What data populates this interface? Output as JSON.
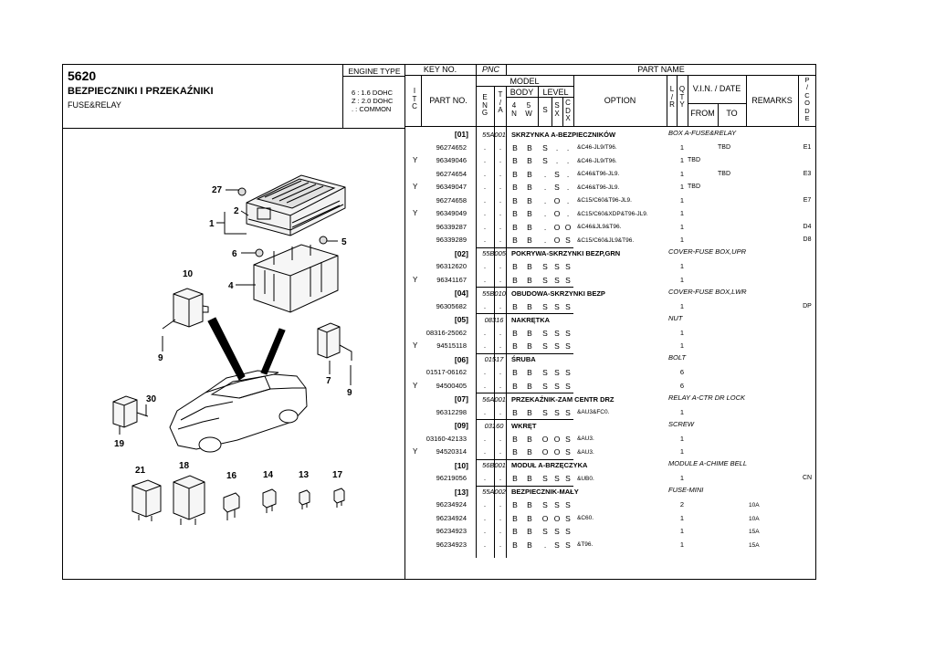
{
  "title": {
    "number": "5620",
    "name_pl": "BEZPIECZNIKI I PRZEKAŹNIKI",
    "name_en": "FUSE&RELAY"
  },
  "engine_type": {
    "label": "ENGINE TYPE",
    "lines": [
      "6 : 1.6 DOHC",
      "Z : 2.0 DOHC",
      ". : COMMON"
    ]
  },
  "header": {
    "key_no": "KEY NO.",
    "pnc": "PNC",
    "part_name": "PART NAME",
    "itc": "I\nT\nC",
    "part_no": "PART NO.",
    "model": "MODEL",
    "body": "BODY",
    "level": "LEVEL",
    "eng": "E\nN\nG",
    "ta": "T\n/\nA",
    "n4": "4\nN",
    "w5": "5\nW",
    "s": "S",
    "sx": "S\nX",
    "cdx": "C\nD\nX",
    "option": "OPTION",
    "lr": "L\n/\nR",
    "qty": "Q\nT\nY",
    "vin": "V.I.N. / DATE",
    "from": "FROM",
    "to": "TO",
    "remarks": "REMARKS",
    "pcode": "P\n/\nC\nO\nD\nE"
  },
  "callouts": [
    "27",
    "2",
    "1",
    "6",
    "5",
    "4",
    "10",
    "9",
    "7",
    "9",
    "30",
    "19",
    "21",
    "18",
    "16",
    "14",
    "13",
    "17"
  ],
  "rows": [
    {
      "type": "group",
      "key": "[01]",
      "pnc": "55A001",
      "name_pl": "SKRZYNKA A-BEZPIECZNIKÓW",
      "name_en": "BOX A-FUSE&RELAY"
    },
    {
      "type": "part",
      "itc": "",
      "part_no": "96274652",
      "eng": ".",
      "ta": ".",
      "b4": "B",
      "b5": "B",
      "s": "S",
      "sx": ".",
      "cdx": ".",
      "option": "&C46-JL9/T96.",
      "qty": "1",
      "tbd_from": "",
      "tbd_to": "TBD",
      "remarks": "",
      "code": "E1"
    },
    {
      "type": "part",
      "itc": "Y",
      "part_no": "96349046",
      "eng": ".",
      "ta": ".",
      "b4": "B",
      "b5": "B",
      "s": "S",
      "sx": ".",
      "cdx": ".",
      "option": "&C46-JL9/T96.",
      "qty": "1",
      "tbd_from": "TBD",
      "tbd_to": "",
      "remarks": "",
      "code": ""
    },
    {
      "type": "part",
      "itc": "",
      "part_no": "96274654",
      "eng": ".",
      "ta": ".",
      "b4": "B",
      "b5": "B",
      "s": ".",
      "sx": "S",
      "cdx": ".",
      "option": "&C46&T96-JL9.",
      "qty": "1",
      "tbd_from": "",
      "tbd_to": "TBD",
      "remarks": "",
      "code": "E3"
    },
    {
      "type": "part",
      "itc": "Y",
      "part_no": "96349047",
      "eng": ".",
      "ta": ".",
      "b4": "B",
      "b5": "B",
      "s": ".",
      "sx": "S",
      "cdx": ".",
      "option": "&C46&T96-JL9.",
      "qty": "1",
      "tbd_from": "TBD",
      "tbd_to": "",
      "remarks": "",
      "code": ""
    },
    {
      "type": "part",
      "itc": "",
      "part_no": "96274658",
      "eng": ".",
      "ta": ".",
      "b4": "B",
      "b5": "B",
      "s": ".",
      "sx": "O",
      "cdx": ".",
      "option": "&C15/C60&T96-JL9.",
      "qty": "1",
      "tbd_from": "",
      "tbd_to": "",
      "remarks": "",
      "code": "E7"
    },
    {
      "type": "part",
      "itc": "Y",
      "part_no": "96349049",
      "eng": ".",
      "ta": ".",
      "b4": "B",
      "b5": "B",
      "s": ".",
      "sx": "O",
      "cdx": ".",
      "option": "&C15/C60&XDP&T96-JL9.",
      "qty": "1",
      "tbd_from": "",
      "tbd_to": "",
      "remarks": "",
      "code": ""
    },
    {
      "type": "part",
      "itc": "",
      "part_no": "96339287",
      "eng": ".",
      "ta": ".",
      "b4": "B",
      "b5": "B",
      "s": ".",
      "sx": "O",
      "cdx": "O",
      "option": "&C46&JL9&T96.",
      "qty": "1",
      "tbd_from": "",
      "tbd_to": "",
      "remarks": "",
      "code": "D4"
    },
    {
      "type": "part",
      "itc": "",
      "part_no": "96339289",
      "eng": ".",
      "ta": ".",
      "b4": "B",
      "b5": "B",
      "s": ".",
      "sx": "O",
      "cdx": "S",
      "option": "&C15/C60&JL9&T96.",
      "qty": "1",
      "tbd_from": "",
      "tbd_to": "",
      "remarks": "",
      "code": "D8"
    },
    {
      "type": "group",
      "key": "[02]",
      "pnc": "55B005",
      "name_pl": "POKRYWA-SKRZYNKI BEZP,GRN",
      "name_en": "COVER-FUSE BOX,UPR"
    },
    {
      "type": "part",
      "itc": "",
      "part_no": "96312620",
      "eng": ".",
      "ta": ".",
      "b4": "B",
      "b5": "B",
      "s": "S",
      "sx": "S",
      "cdx": "S",
      "option": "",
      "qty": "1",
      "tbd_from": "",
      "tbd_to": "",
      "remarks": "",
      "code": ""
    },
    {
      "type": "part",
      "itc": "Y",
      "part_no": "96341167",
      "eng": ".",
      "ta": ".",
      "b4": "B",
      "b5": "B",
      "s": "S",
      "sx": "S",
      "cdx": "S",
      "option": "",
      "qty": "1",
      "tbd_from": "",
      "tbd_to": "",
      "remarks": "",
      "code": ""
    },
    {
      "type": "group",
      "key": "[04]",
      "pnc": "55B010",
      "name_pl": "OBUDOWA-SKRZYNKI BEZP",
      "name_en": "COVER-FUSE BOX,LWR"
    },
    {
      "type": "part",
      "itc": "",
      "part_no": "96305682",
      "eng": ".",
      "ta": ".",
      "b4": "B",
      "b5": "B",
      "s": "S",
      "sx": "S",
      "cdx": "S",
      "option": "",
      "qty": "1",
      "tbd_from": "",
      "tbd_to": "",
      "remarks": "",
      "code": "DP"
    },
    {
      "type": "group",
      "key": "[05]",
      "pnc": "08316",
      "name_pl": "NAKRĘTKA",
      "name_en": "NUT"
    },
    {
      "type": "part",
      "itc": "",
      "part_no": "08316-25062",
      "eng": ".",
      "ta": ".",
      "b4": "B",
      "b5": "B",
      "s": "S",
      "sx": "S",
      "cdx": "S",
      "option": "",
      "qty": "1",
      "tbd_from": "",
      "tbd_to": "",
      "remarks": "",
      "code": ""
    },
    {
      "type": "part",
      "itc": "Y",
      "part_no": "94515118",
      "eng": ".",
      "ta": ".",
      "b4": "B",
      "b5": "B",
      "s": "S",
      "sx": "S",
      "cdx": "S",
      "option": "",
      "qty": "1",
      "tbd_from": "",
      "tbd_to": "",
      "remarks": "",
      "code": ""
    },
    {
      "type": "group",
      "key": "[06]",
      "pnc": "01517",
      "name_pl": "ŚRUBA",
      "name_en": "BOLT"
    },
    {
      "type": "part",
      "itc": "",
      "part_no": "01517-06162",
      "eng": ".",
      "ta": ".",
      "b4": "B",
      "b5": "B",
      "s": "S",
      "sx": "S",
      "cdx": "S",
      "option": "",
      "qty": "6",
      "tbd_from": "",
      "tbd_to": "",
      "remarks": "",
      "code": ""
    },
    {
      "type": "part",
      "itc": "Y",
      "part_no": "94500405",
      "eng": ".",
      "ta": ".",
      "b4": "B",
      "b5": "B",
      "s": "S",
      "sx": "S",
      "cdx": "S",
      "option": "",
      "qty": "6",
      "tbd_from": "",
      "tbd_to": "",
      "remarks": "",
      "code": ""
    },
    {
      "type": "group",
      "key": "[07]",
      "pnc": "56A001",
      "name_pl": "PRZEKAŹNIK-ZAM CENTR DRZ",
      "name_en": "RELAY A-CTR DR LOCK"
    },
    {
      "type": "part",
      "itc": "",
      "part_no": "96312298",
      "eng": ".",
      "ta": ".",
      "b4": "B",
      "b5": "B",
      "s": "S",
      "sx": "S",
      "cdx": "S",
      "option": "&AU3&FC0.",
      "qty": "1",
      "tbd_from": "",
      "tbd_to": "",
      "remarks": "",
      "code": ""
    },
    {
      "type": "group",
      "key": "[09]",
      "pnc": "03160",
      "name_pl": "WKRĘT",
      "name_en": "SCREW"
    },
    {
      "type": "part",
      "itc": "",
      "part_no": "03160-42133",
      "eng": ".",
      "ta": ".",
      "b4": "B",
      "b5": "B",
      "s": "O",
      "sx": "O",
      "cdx": "S",
      "option": "&AU3.",
      "qty": "1",
      "tbd_from": "",
      "tbd_to": "",
      "remarks": "",
      "code": ""
    },
    {
      "type": "part",
      "itc": "Y",
      "part_no": "94520314",
      "eng": ".",
      "ta": ".",
      "b4": "B",
      "b5": "B",
      "s": "O",
      "sx": "O",
      "cdx": "S",
      "option": "&AU3.",
      "qty": "1",
      "tbd_from": "",
      "tbd_to": "",
      "remarks": "",
      "code": ""
    },
    {
      "type": "group",
      "key": "[10]",
      "pnc": "56B001",
      "name_pl": "MODUŁ A-BRZĘCZYKA",
      "name_en": "MODULE A-CHIME BELL"
    },
    {
      "type": "part",
      "itc": "",
      "part_no": "96219056",
      "eng": ".",
      "ta": ".",
      "b4": "B",
      "b5": "B",
      "s": "S",
      "sx": "S",
      "cdx": "S",
      "option": "&UB0.",
      "qty": "1",
      "tbd_from": "",
      "tbd_to": "",
      "remarks": "",
      "code": "CN"
    },
    {
      "type": "group",
      "key": "[13]",
      "pnc": "55A002",
      "name_pl": "BEZPIECZNIK-MAŁY",
      "name_en": "FUSE-MINI"
    },
    {
      "type": "part",
      "itc": "",
      "part_no": "96234924",
      "eng": ".",
      "ta": ".",
      "b4": "B",
      "b5": "B",
      "s": "S",
      "sx": "S",
      "cdx": "S",
      "option": "",
      "qty": "2",
      "tbd_from": "",
      "tbd_to": "",
      "remarks": "10A",
      "code": ""
    },
    {
      "type": "part",
      "itc": "",
      "part_no": "96234924",
      "eng": ".",
      "ta": ".",
      "b4": "B",
      "b5": "B",
      "s": "O",
      "sx": "O",
      "cdx": "S",
      "option": "&C60.",
      "qty": "1",
      "tbd_from": "",
      "tbd_to": "",
      "remarks": "10A",
      "code": ""
    },
    {
      "type": "part",
      "itc": "",
      "part_no": "96234923",
      "eng": ".",
      "ta": ".",
      "b4": "B",
      "b5": "B",
      "s": "S",
      "sx": "S",
      "cdx": "S",
      "option": "",
      "qty": "1",
      "tbd_from": "",
      "tbd_to": "",
      "remarks": "15A",
      "code": ""
    },
    {
      "type": "part",
      "itc": "",
      "part_no": "96234923",
      "eng": ".",
      "ta": ".",
      "b4": "B",
      "b5": "B",
      "s": ".",
      "sx": "S",
      "cdx": "S",
      "option": "&T96.",
      "qty": "1",
      "tbd_from": "",
      "tbd_to": "",
      "remarks": "15A",
      "code": ""
    }
  ]
}
